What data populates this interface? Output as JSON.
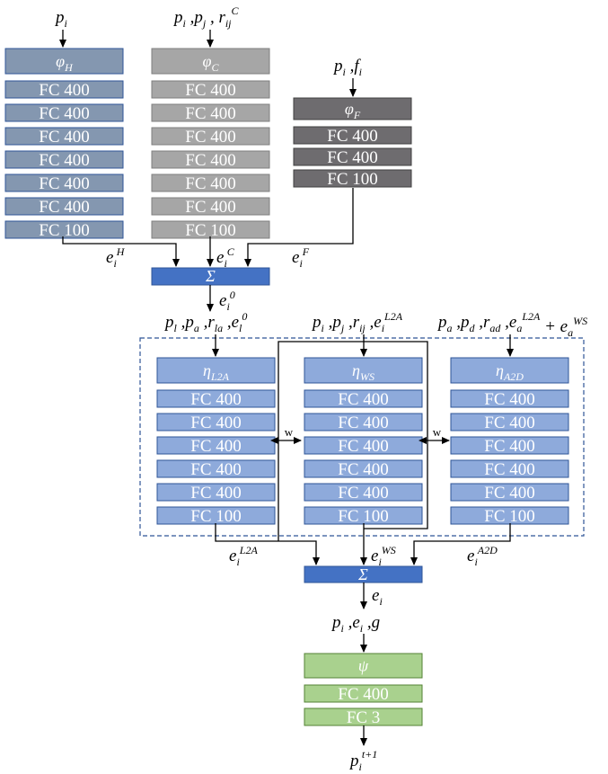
{
  "colors": {
    "h_branch": "#8497b0",
    "h_border": "#2f5597",
    "c_branch": "#a6a6a6",
    "f_branch": "#6e6c6f",
    "sum": "#4472c4",
    "eta": "#8eaadb",
    "psi": "#a9d18e",
    "psi_border": "#548235",
    "dashed": "#2f5597"
  },
  "blocks": {
    "phi_h": {
      "base": "φ",
      "sub": "H",
      "layers": [
        "FC 400",
        "FC 400",
        "FC 400",
        "FC 400",
        "FC 400",
        "FC 400",
        "FC 100"
      ]
    },
    "phi_c": {
      "base": "φ",
      "sub": "C",
      "layers": [
        "FC 400",
        "FC 400",
        "FC 400",
        "FC 400",
        "FC 400",
        "FC 400",
        "FC 100"
      ]
    },
    "phi_f": {
      "base": "φ",
      "sub": "F",
      "layers": [
        "FC 400",
        "FC 400",
        "FC 100"
      ]
    },
    "eta_l2a": {
      "base": "η",
      "sub": "L2A",
      "layers": [
        "FC 400",
        "FC 400",
        "FC 400",
        "FC 400",
        "FC 400",
        "FC 100"
      ]
    },
    "eta_ws": {
      "base": "η",
      "sub": "WS",
      "layers": [
        "FC 400",
        "FC 400",
        "FC 400",
        "FC 400",
        "FC 400",
        "FC 100"
      ]
    },
    "eta_a2d": {
      "base": "η",
      "sub": "A2D",
      "layers": [
        "FC 400",
        "FC 400",
        "FC 400",
        "FC 400",
        "FC 400",
        "FC 100"
      ]
    },
    "psi": {
      "base": "ψ",
      "layers": [
        "FC 400",
        "FC 3"
      ]
    }
  },
  "sum_symbol": "Σ",
  "w_label": "w"
}
